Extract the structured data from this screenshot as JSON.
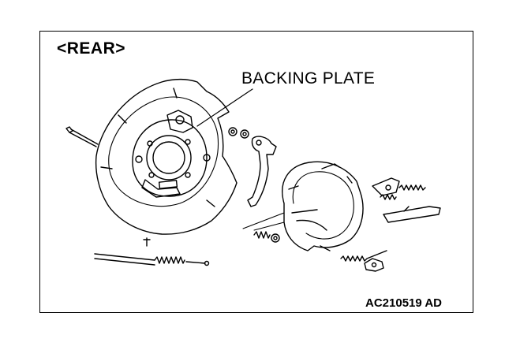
{
  "diagram": {
    "heading": "<REAR>",
    "callout_label": "BACKING PLATE",
    "figure_code": "AC210519 AD"
  }
}
